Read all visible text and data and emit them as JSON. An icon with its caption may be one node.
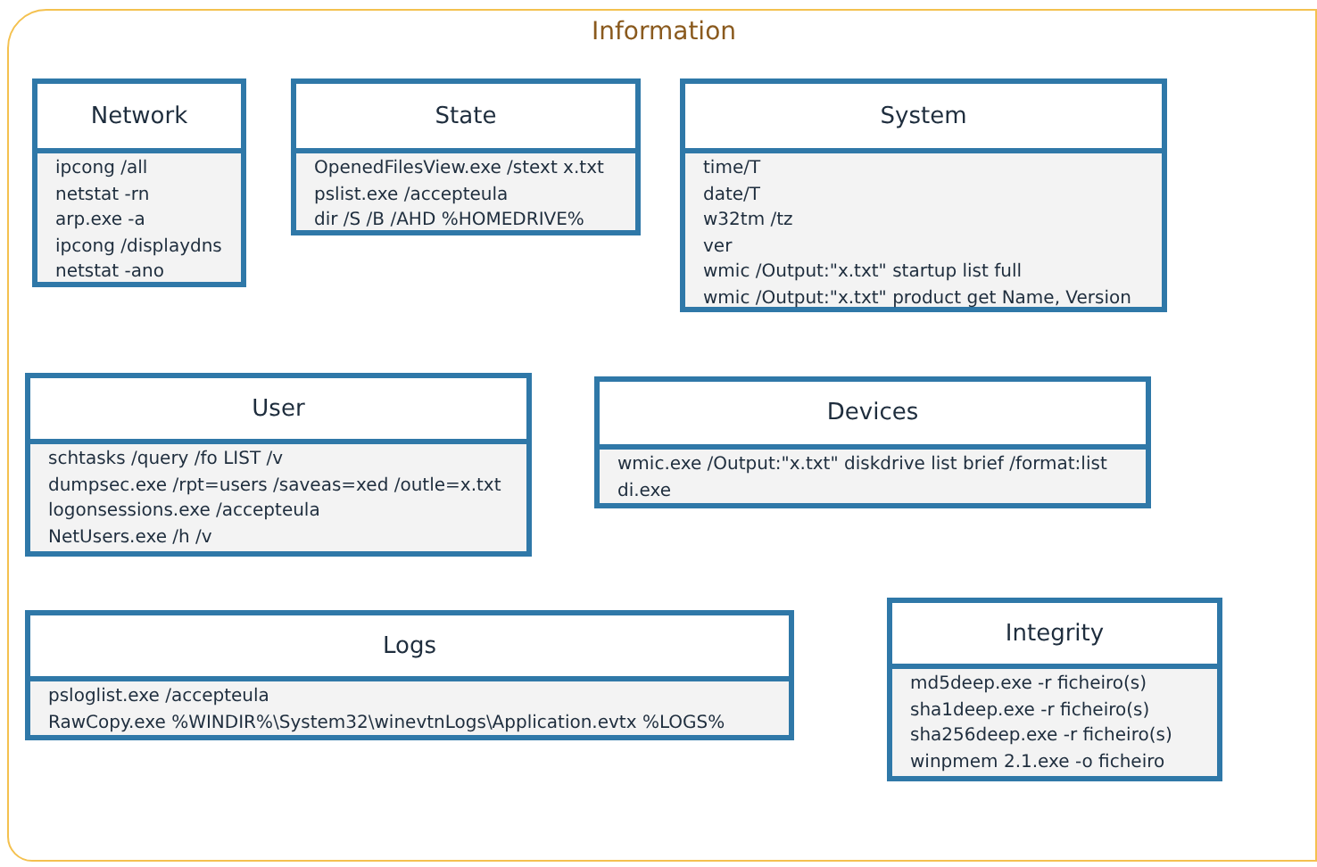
{
  "diagram": {
    "nodes": [
      {
        "text": [
          "Information"
        ]
      },
      {
        "text": [
          "Network",
          "ipcong /all",
          "netstat -rn",
          "arp.exe -a",
          "ipcong /displaydns",
          "netstat -ano"
        ],
        "in": 0
      },
      {
        "text": [
          "State",
          "OpenedFilesView.exe /stext x.txt",
          "pslist.exe /accepteula",
          "dir /S /B /AHD %HOMEDRIVE%"
        ],
        "in": 0
      },
      {
        "text": [
          "System",
          "time/T",
          "date/T",
          "w32tm /tz",
          "ver",
          "wmic /Output:\"x.txt\" startup list full",
          "wmic /Output:\"x.txt\" product get Name, Version"
        ],
        "in": 0
      },
      {
        "text": [
          "User",
          "schtasks /query /fo LIST /v",
          "dumpsec.exe /rpt=users /saveas=xed /outle=x.txt",
          "logonsessions.exe /accepteula",
          "NetUsers.exe /h /v"
        ],
        "in": 0
      },
      {
        "text": [
          "Devices",
          "wmic.exe /Output:\"x.txt\" diskdrive list brief /format:list",
          "di.exe"
        ],
        "in": 0
      },
      {
        "text": [
          "Logs",
          "psloglist.exe /accepteula",
          "RawCopy.exe %WINDIR%\\System32\\winevtnLogs\\Application.evtx %LOGS%"
        ],
        "in": 0
      },
      {
        "text": [
          "Integrity",
          "md5deep.exe -r ficheiro(s)",
          "sha1deep.exe -r ficheiro(s)",
          "sha256deep.exe -r ficheiro(s)",
          "winpmem 2.1.exe -o ficheiro"
        ],
        "in": 0
      }
    ]
  }
}
